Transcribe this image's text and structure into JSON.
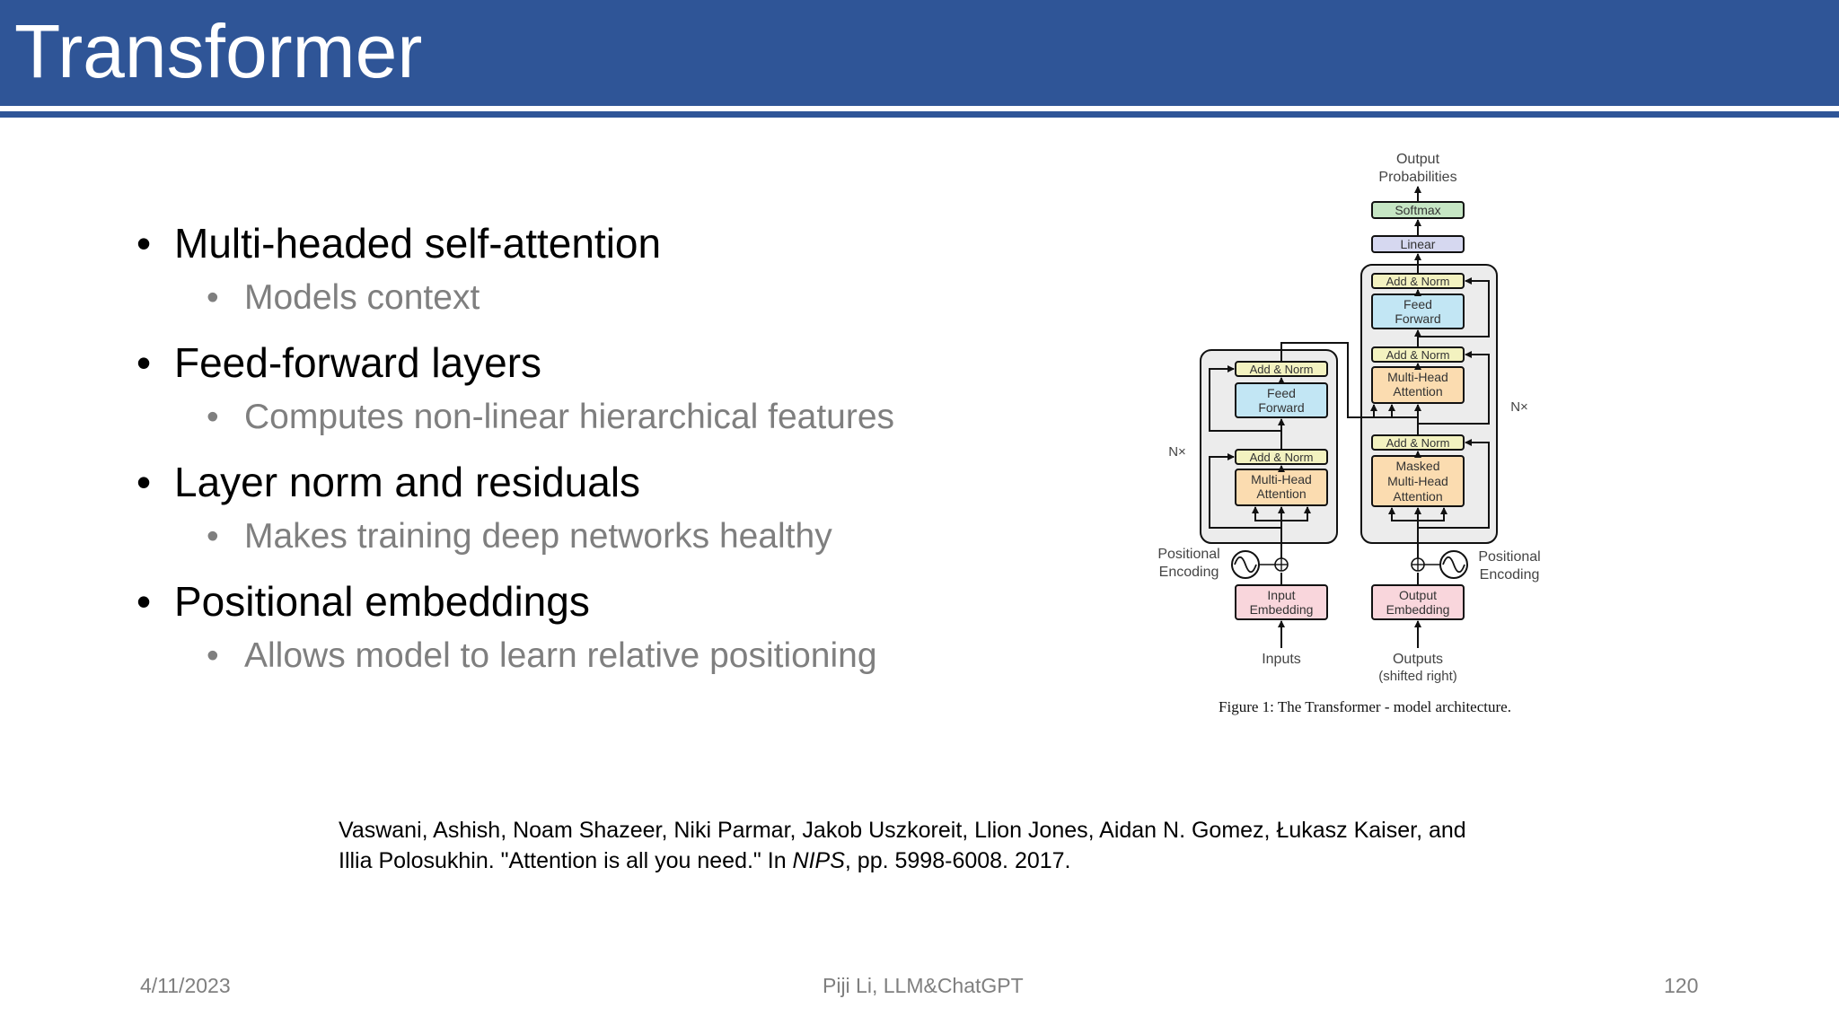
{
  "slide": {
    "title": "Transformer",
    "bullets": [
      {
        "text": "Multi-headed self-attention",
        "sub": "Models context"
      },
      {
        "text": "Feed-forward layers",
        "sub": "Computes non-linear hierarchical features"
      },
      {
        "text": "Layer norm and residuals",
        "sub": "Makes training deep networks healthy"
      },
      {
        "text": "Positional embeddings",
        "sub": "Allows model to learn relative positioning"
      }
    ],
    "bullet_glyph": "•"
  },
  "figure": {
    "caption": "Figure 1: The Transformer - model architecture.",
    "labels": {
      "output_probabilities_1": "Output",
      "output_probabilities_2": "Probabilities",
      "softmax": "Softmax",
      "linear": "Linear",
      "add_norm": "Add & Norm",
      "feed_1": "Feed",
      "feed_2": "Forward",
      "mha_1": "Multi-Head",
      "mha_2": "Attention",
      "masked_1": "Masked",
      "masked_2": "Multi-Head",
      "masked_3": "Attention",
      "nx": "N×",
      "pos_1": "Positional",
      "pos_2": "Encoding",
      "input_emb_1": "Input",
      "input_emb_2": "Embedding",
      "output_emb_1": "Output",
      "output_emb_2": "Embedding",
      "inputs": "Inputs",
      "outputs_1": "Outputs",
      "outputs_2": "(shifted right)"
    },
    "colors": {
      "softmax": "#c6e6c4",
      "linear": "#d6d8f0",
      "add_norm": "#f3f2c0",
      "feed_forward": "#c2e6f4",
      "attention": "#fbdcb0",
      "embedding": "#f9d6dc",
      "block_bg": "#ececec"
    }
  },
  "citation": {
    "pre": "Vaswani, Ashish, Noam Shazeer, Niki Parmar, Jakob Uszkoreit, Llion Jones, Aidan N. Gomez, Łukasz Kaiser, and Illia Polosukhin. \"Attention is all you need.\" In ",
    "venue": "NIPS",
    "post": ", pp. 5998-6008. 2017."
  },
  "footer": {
    "date": "4/11/2023",
    "center": "Piji Li, LLM&ChatGPT",
    "page": "120"
  },
  "theme": {
    "header_color": "#2f5597",
    "sub_bullet_color": "#7f7f7f"
  }
}
